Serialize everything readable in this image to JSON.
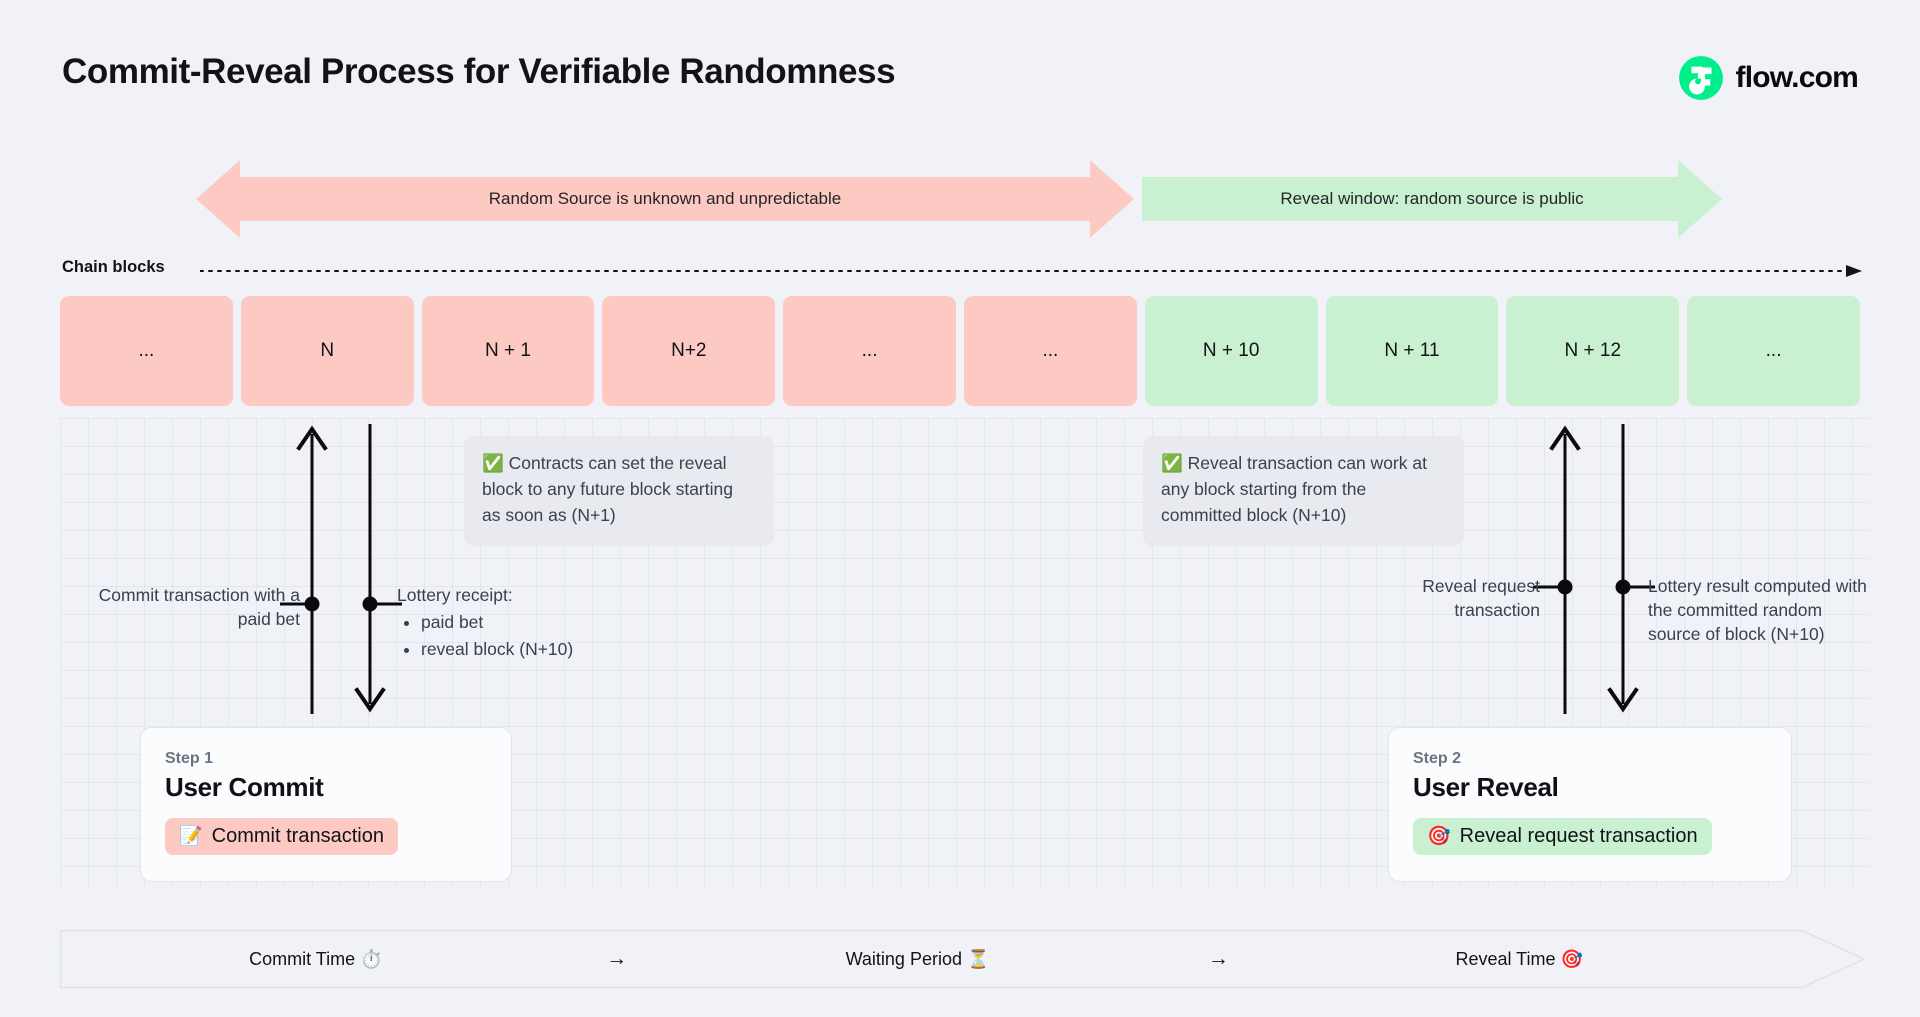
{
  "header": {
    "title": "Commit-Reveal Process for Verifiable Randomness",
    "brand_name": "flow.com",
    "brand_color": "#00ef8b"
  },
  "phases": [
    {
      "id": "unpredictable",
      "label": "Random Source is unknown and unpredictable",
      "color": "#fccac3",
      "direction": "both"
    },
    {
      "id": "reveal",
      "label": "Reveal window: random source is public",
      "color": "#c9f0d1",
      "direction": "right"
    }
  ],
  "chain": {
    "label": "Chain blocks",
    "blocks": [
      {
        "label": "...",
        "state": "pink"
      },
      {
        "label": "N",
        "state": "pink"
      },
      {
        "label": "N + 1",
        "state": "pink"
      },
      {
        "label": "N+2",
        "state": "pink"
      },
      {
        "label": "...",
        "state": "pink"
      },
      {
        "label": "...",
        "state": "pink"
      },
      {
        "label": "N + 10",
        "state": "green"
      },
      {
        "label": "N + 11",
        "state": "green"
      },
      {
        "label": "N + 12",
        "state": "green"
      },
      {
        "label": "...",
        "state": "green"
      }
    ]
  },
  "callouts": [
    {
      "id": "commit-window",
      "icon": "✅",
      "text": "Contracts can set the reveal block to any future block starting as soon as (N+1)"
    },
    {
      "id": "reveal-window",
      "icon": "✅",
      "text": "Reveal transaction can work at any block starting from the committed block (N+10)"
    }
  ],
  "annotations": {
    "commit_transaction": "Commit transaction with a paid bet",
    "lottery_receipt_head": "Lottery receipt:",
    "lottery_receipt_items": [
      "paid bet",
      "reveal block (N+10)"
    ],
    "reveal_request": "Reveal request transaction",
    "lottery_result": "Lottery result computed with the committed random source of block (N+10)"
  },
  "steps": [
    {
      "eyebrow": "Step 1",
      "title": "User Commit",
      "pill_emoji": "📝",
      "pill_label": "Commit transaction",
      "pill_color": "#fccac3"
    },
    {
      "eyebrow": "Step 2",
      "title": "User Reveal",
      "pill_emoji": "🎯",
      "pill_label": "Reveal request transaction",
      "pill_color": "#c9f0d1"
    }
  ],
  "timeline": {
    "stages": [
      {
        "label": "Commit Time ⏱️"
      },
      {
        "label": "Waiting Period ⏳"
      },
      {
        "label": "Reveal Time 🎯"
      }
    ],
    "separator": "→"
  }
}
